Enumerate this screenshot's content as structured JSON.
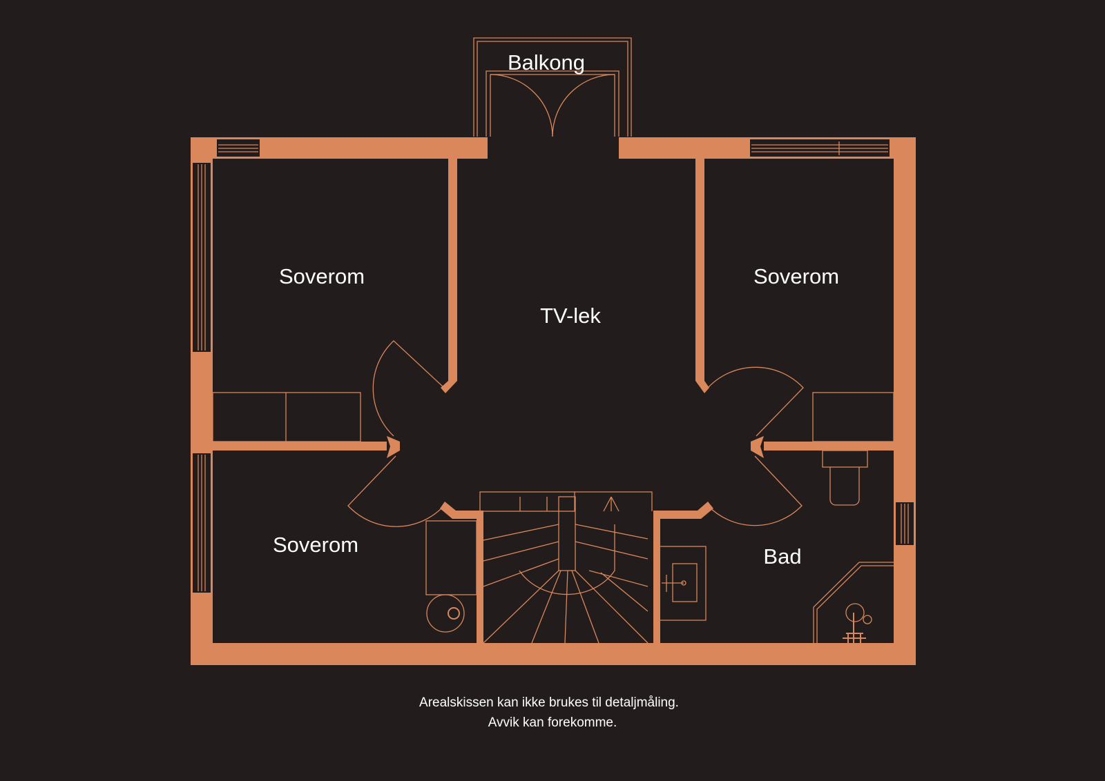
{
  "colors": {
    "background": "#231c1c",
    "wall": "#d9875b",
    "text": "#ffffff"
  },
  "rooms": {
    "balkong": "Balkong",
    "soverom_top_left": "Soverom",
    "tv_lek": "TV-lek",
    "soverom_top_right": "Soverom",
    "soverom_bottom_left": "Soverom",
    "bad": "Bad"
  },
  "disclaimer": {
    "line1": "Arealskissen kan ikke brukes til detaljmåling.",
    "line2": "Avvik kan forekomme."
  }
}
